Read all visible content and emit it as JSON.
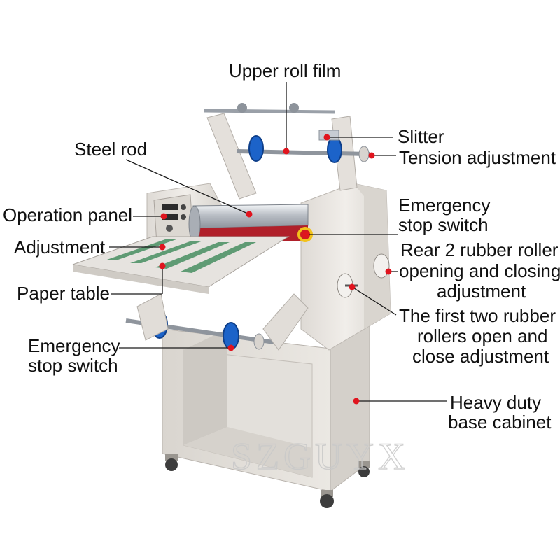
{
  "labels": {
    "upper_roll_film": "Upper roll film",
    "slitter": "Slitter",
    "tension_adjustment": "Tension adjustment",
    "steel_rod": "Steel rod",
    "operation_panel": "Operation panel",
    "emergency_stop_top_1": "Emergency",
    "emergency_stop_top_2": "stop switch",
    "adjustment": "Adjustment",
    "paper_table": "Paper table",
    "rear_roller_1": "Rear 2 rubber roller",
    "rear_roller_2": "opening and closing",
    "rear_roller_3": "adjustment",
    "first_rollers_1": "The first two rubber",
    "first_rollers_2": "rollers open and",
    "first_rollers_3": "close adjustment",
    "emergency_stop_bottom_1": "Emergency",
    "emergency_stop_bottom_2": "stop switch",
    "cabinet_1": "Heavy duty",
    "cabinet_2": "base cabinet"
  },
  "watermark": "SZGUYX",
  "colors": {
    "marker": "#e0141e",
    "machine_body": "#e9e6e2",
    "machine_shadow": "#cfcbc6",
    "roller_blue": "#1c63c9",
    "steel": "#c8ccd2",
    "roller_red": "#b0202a",
    "table_green": "#5f9b74"
  }
}
